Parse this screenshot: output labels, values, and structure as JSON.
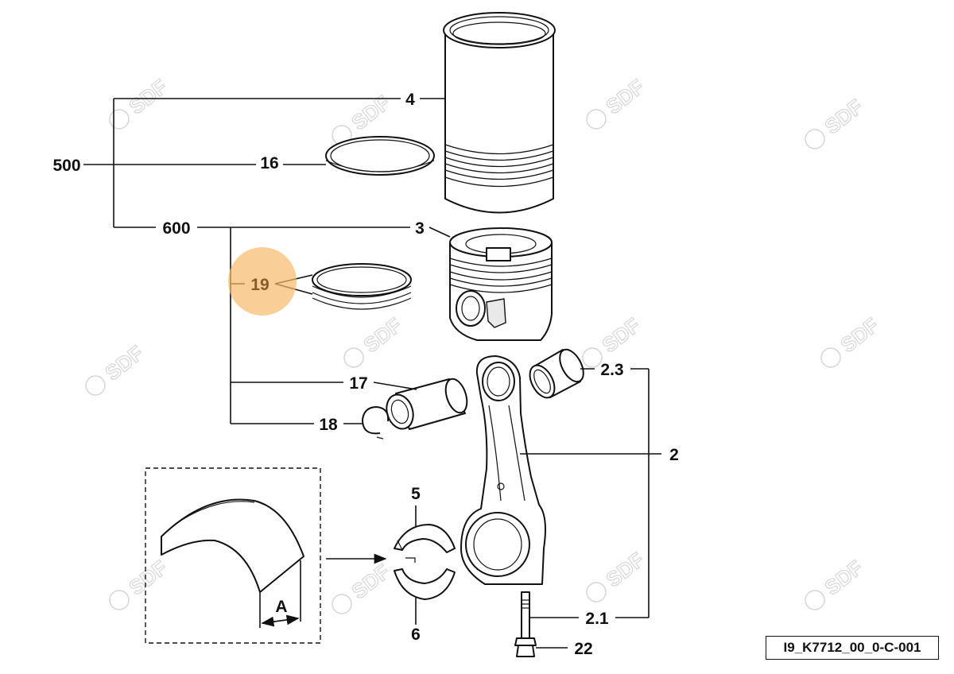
{
  "diagram": {
    "callouts": {
      "p4": "4",
      "p500": "500",
      "p16": "16",
      "p600": "600",
      "p3": "3",
      "p19": "19",
      "p17": "17",
      "p18": "18",
      "p2_3": "2.3",
      "p2": "2",
      "p5": "5",
      "p6": "6",
      "pA": "A",
      "p2_1": "2.1",
      "p22": "22"
    },
    "watermark": "SDF",
    "highlight_color": "#f6b96b",
    "highlight_text_color": "#8a5a2a"
  },
  "reference_code": "I9_K7712_00_0-C-001"
}
